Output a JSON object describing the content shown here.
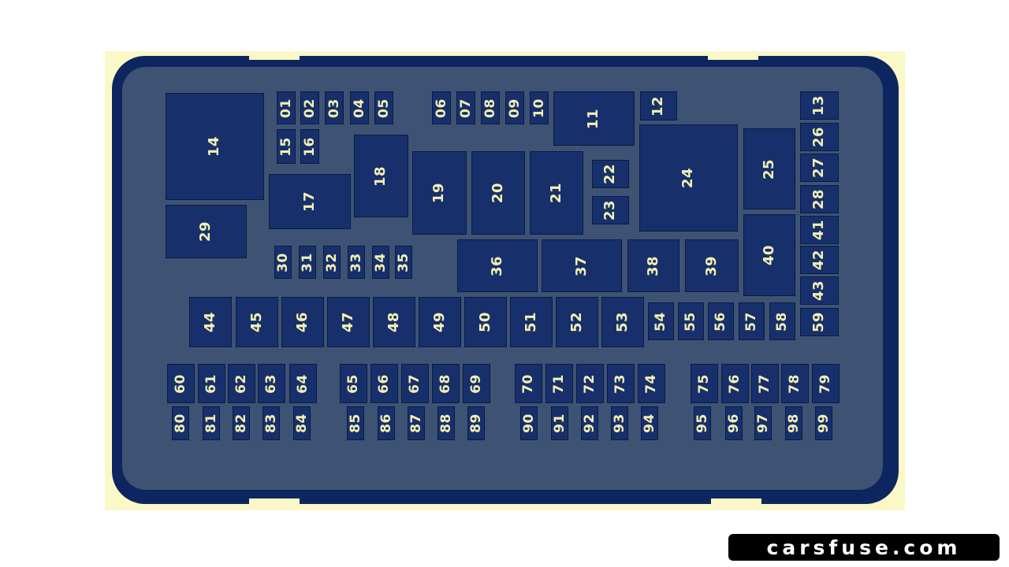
{
  "fuse_box": {
    "fuses": [
      "01",
      "02",
      "03",
      "04",
      "05",
      "06",
      "07",
      "08",
      "09",
      "10",
      "11",
      "12",
      "13",
      "14",
      "15",
      "16",
      "17",
      "18",
      "19",
      "20",
      "21",
      "22",
      "23",
      "24",
      "25",
      "26",
      "27",
      "28",
      "29",
      "30",
      "31",
      "32",
      "33",
      "34",
      "35",
      "36",
      "37",
      "38",
      "39",
      "40",
      "41",
      "42",
      "43",
      "44",
      "45",
      "46",
      "47",
      "48",
      "49",
      "50",
      "51",
      "52",
      "53",
      "54",
      "55",
      "56",
      "57",
      "58",
      "59",
      "60",
      "61",
      "62",
      "63",
      "64",
      "65",
      "66",
      "67",
      "68",
      "69",
      "70",
      "71",
      "72",
      "73",
      "74",
      "75",
      "76",
      "77",
      "78",
      "79",
      "80",
      "81",
      "82",
      "83",
      "84",
      "85",
      "86",
      "87",
      "88",
      "89",
      "90",
      "91",
      "92",
      "93",
      "94",
      "95",
      "96",
      "97",
      "98",
      "99"
    ]
  },
  "watermark": {
    "text": "carsfuse.com"
  },
  "colors": {
    "background": "#ffffff",
    "cream": "#fbf8c8",
    "housing": "#0e2660",
    "panel": "#3e5373",
    "fuse": "#17306b",
    "fuse_label": "#f4efb3"
  }
}
